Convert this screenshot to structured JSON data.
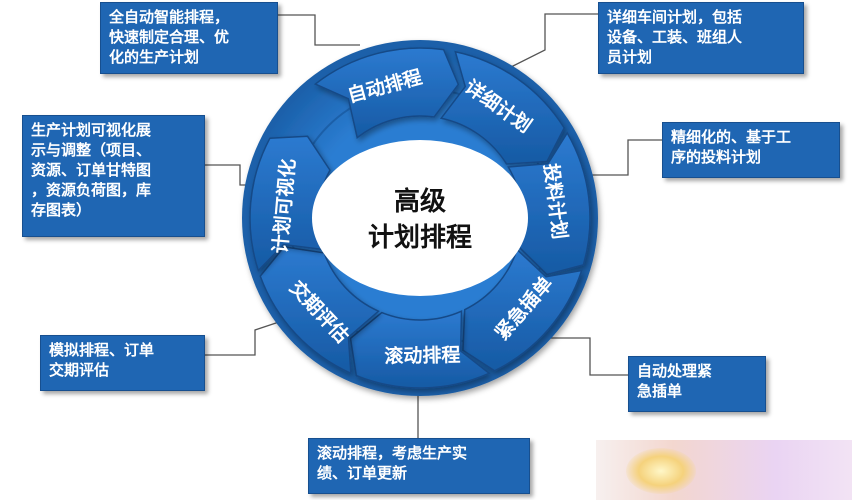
{
  "diagram": {
    "center_title_line1": "高级",
    "center_title_line2": "计划排程",
    "segments": [
      {
        "label": "自动排程"
      },
      {
        "label": "详细计划"
      },
      {
        "label": "投料计划"
      },
      {
        "label": "紧急插单"
      },
      {
        "label": "滚动排程"
      },
      {
        "label": "交期评估"
      },
      {
        "label": "计划可视化"
      }
    ],
    "captions": {
      "auto": "全自动智能排程，\n快速制定合理、优\n化的生产计划",
      "detail": "详细车间计划，包括\n设备、工装、班组人\n员计划",
      "feed": "精细化的、基于工\n序的投料计划",
      "urgent": "自动处理紧\n急插单",
      "rolling": "滚动排程，考虑生产实\n绩、订单更新",
      "delivery": "模拟排程、订单\n交期评估",
      "visual": "生产计划可视化展\n示与调整（项目、\n资源、订单甘特图\n，资源负荷图，库\n存图表）"
    },
    "colors": {
      "ring_dark": "#1b5fa8",
      "ring_light": "#2b7dd2",
      "segment": "#2068b8",
      "segment_edge": "#134a87",
      "caption_bg": "#1f66b3",
      "center_bg": "#ffffff",
      "connector": "#555555"
    }
  }
}
